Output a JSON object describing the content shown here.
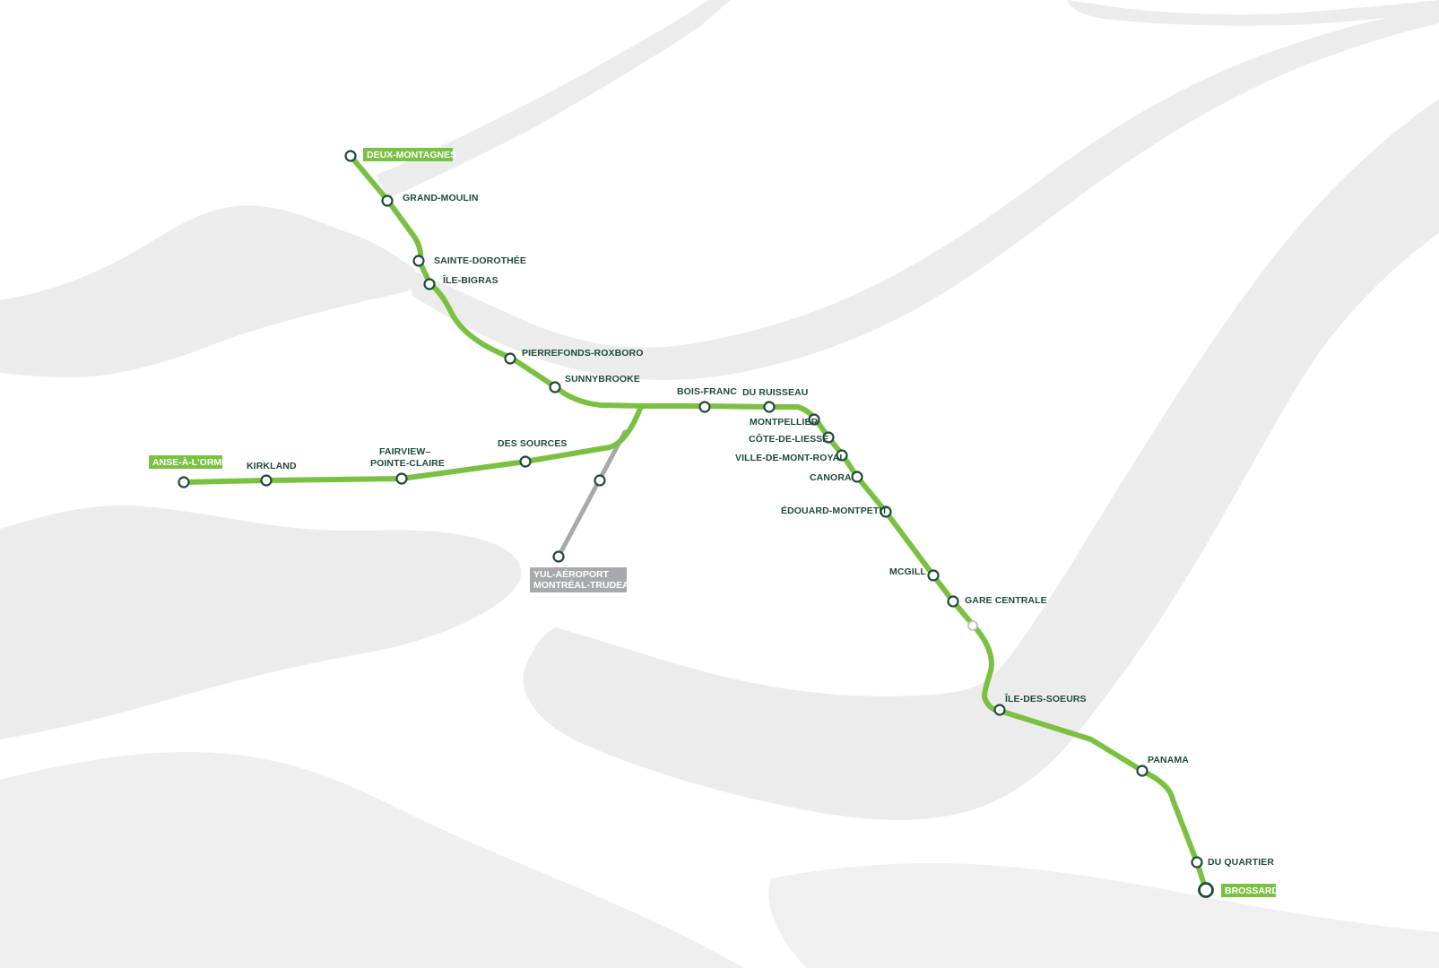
{
  "colors": {
    "background": "#ffffff",
    "water": "#ececec",
    "line_main": "#7ac142",
    "line_airport": "#a7a9ac",
    "station_outline": "#1f4a3a",
    "label_text": "#1f4a3a",
    "terminal_label_bg": "#7ac142",
    "airport_label_bg": "#a7a9ac"
  },
  "stations": {
    "deux_montagnes": "DEUX-MONTAGNES",
    "grand_moulin": "GRAND-MOULIN",
    "sainte_dorothee": "SAINTE-DOROTHÉE",
    "ile_bigras": "ÎLE-BIGRAS",
    "pierrefonds_roxboro": "PIERREFONDS-ROXBORO",
    "sunnybrooke": "SUNNYBROOKE",
    "bois_franc": "BOIS-FRANC",
    "du_ruisseau": "DU RUISSEAU",
    "montpellier": "MONTPELLIER",
    "cote_de_liesse": "CÔTE-DE-LIESSE",
    "ville_de_mont_royal": "VILLE-DE-MONT-ROYAL",
    "canora": "CANORA",
    "edouard_montpetit": "ÉDOUARD-MONTPETIT",
    "mcgill": "MCGILL",
    "gare_centrale": "GARE CENTRALE",
    "ile_des_soeurs": "ÎLE-DES-SOEURS",
    "panama": "PANAMA",
    "du_quartier": "DU QUARTIER",
    "brossard": "BROSSARD",
    "anse_a_lorme": "ANSE-À-L'ORME",
    "kirkland": "KIRKLAND",
    "fairview_line1": "FAIRVIEW–",
    "fairview_line2": "POINTE-CLAIRE",
    "des_sources": "DES SOURCES",
    "yul_line1": "YUL-AÉROPORT",
    "yul_line2": "MONTRÉAL-TRUDEAU"
  }
}
